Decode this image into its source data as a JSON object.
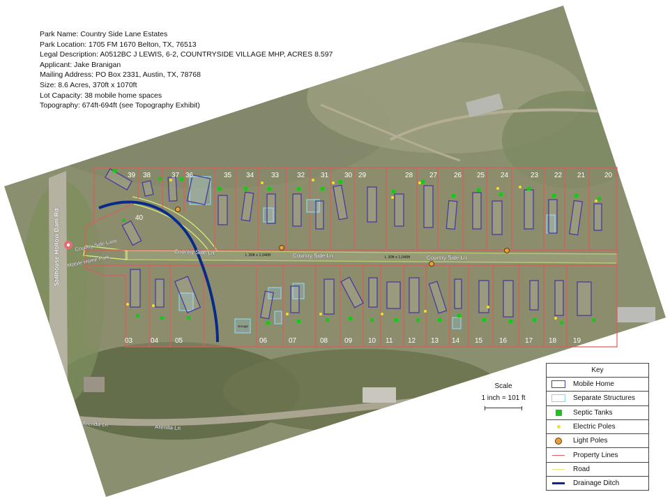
{
  "info": {
    "park_name": "Park Name: Country Side Lane Estates",
    "park_location": "Park Location: 1705 FM 1670 Belton, TX, 76513",
    "legal_description": "Legal Description: A0512BC J LEWIS, 6-2, COUNTRYSIDE VILLAGE MHP, ACRES 8.597",
    "applicant": "Applicant: Jake Branigan",
    "mailing_address": "Mailing Address: PO Box 2331, Austin, TX, 78768",
    "size": "Size: 8.6 Acres, 370ft x 1070ft",
    "lot_capacity": "Lot Capacity: 38 mobile home spaces",
    "topography": "Topography: 674ft-694ft (see Topography Exhibit)"
  },
  "map_labels": {
    "road_vertical": "Stillhouse Hollow Dam Rd",
    "road_main_1": "Country Side Ln",
    "road_main_2": "Country Side Ln",
    "road_main_3": "Country Side Ln",
    "park_pin_1": "Country Side Lane",
    "park_pin_2": "Mobile Home Park",
    "road_bottom_1": "Arenda Ln",
    "road_bottom_2": "Arenda Ln",
    "dimension_1": "L 30ft x 1,040ft",
    "dimension_2": "L 30ft x 1,040ft",
    "shed_label": "storage"
  },
  "lots_north": [
    "39",
    "38",
    "37",
    "36",
    "35",
    "34",
    "33",
    "32",
    "31",
    "30",
    "29",
    "28",
    "27",
    "26",
    "25",
    "24",
    "23",
    "22",
    "21",
    "20"
  ],
  "lot_40": "40",
  "lots_south": [
    "03",
    "04",
    "05",
    "06",
    "07",
    "08",
    "09",
    "10",
    "11",
    "12",
    "13",
    "14",
    "15",
    "16",
    "17",
    "18",
    "19"
  ],
  "scale": {
    "title": "Scale",
    "text": "1 inch = 101 ft"
  },
  "key": {
    "title": "Key",
    "items": [
      {
        "label": "Mobile Home",
        "symbol": "mobile-home"
      },
      {
        "label": "Separate Structures",
        "symbol": "separate-structure"
      },
      {
        "label": "Septic Tanks",
        "symbol": "septic-tank"
      },
      {
        "label": "Electric Poles",
        "symbol": "electric-pole"
      },
      {
        "label": "Light Poles",
        "symbol": "light-pole"
      },
      {
        "label": "Property Lines",
        "symbol": "property-line"
      },
      {
        "label": "Road",
        "symbol": "road"
      },
      {
        "label": "Drainage Ditch",
        "symbol": "drainage-ditch"
      }
    ]
  },
  "colors": {
    "property_line": "#e05a5a",
    "road": "#d6ef7a",
    "mobile_home": "#4b3aa0",
    "separate_structure": "#8fd3e8",
    "septic_tank": "#1fc21f",
    "electric_pole": "#f2e02a",
    "light_pole": "#e9a03a",
    "drainage_ditch": "#0a2a8a"
  }
}
